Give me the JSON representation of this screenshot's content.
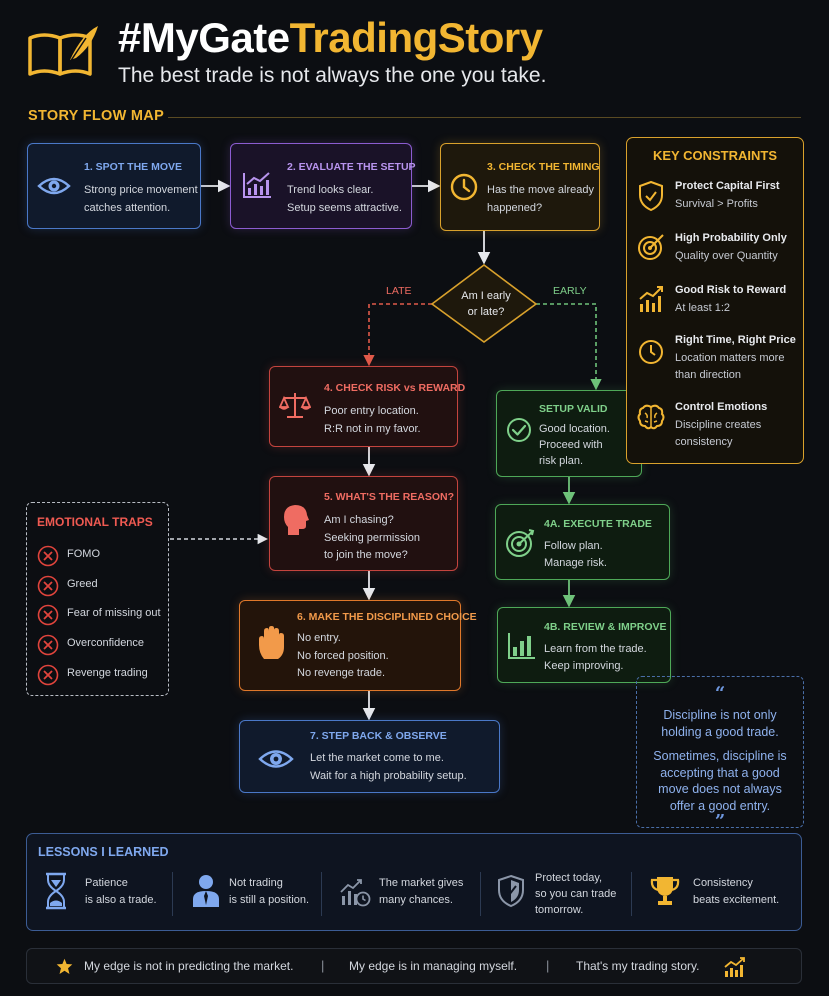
{
  "header": {
    "title_part1": "#MyGate",
    "title_part2": "TradingStory",
    "subtitle": "The best trade is not always the one you take."
  },
  "flow_map_label": "STORY FLOW MAP",
  "steps": {
    "s1": {
      "title": "1. SPOT THE MOVE",
      "lines": [
        "Strong price movement",
        "catches attention."
      ]
    },
    "s2": {
      "title": "2. EVALUATE THE SETUP",
      "lines": [
        "Trend looks clear.",
        "Setup seems attractive."
      ]
    },
    "s3": {
      "title": "3. CHECK THE TIMING",
      "lines": [
        "Has the move already",
        "happened?"
      ]
    },
    "s4": {
      "title": "4. CHECK RISK vs REWARD",
      "lines": [
        "Poor entry location.",
        "R:R not in my favor."
      ]
    },
    "s5": {
      "title": "5. WHAT'S THE REASON?",
      "lines": [
        "Am I chasing?",
        "Seeking permission",
        "to join the move?"
      ]
    },
    "s6": {
      "title": "6. MAKE THE DISCIPLINED CHOICE",
      "lines": [
        "No entry.",
        "No forced position.",
        "No revenge trade."
      ]
    },
    "s7": {
      "title": "7. STEP BACK & OBSERVE",
      "lines": [
        "Let the market come to me.",
        "Wait for a high probability setup."
      ]
    },
    "valid": {
      "title": "SETUP VALID",
      "lines": [
        "Good location.",
        "Proceed with",
        "risk plan."
      ]
    },
    "s4a": {
      "title": "4A. EXECUTE TRADE",
      "lines": [
        "Follow plan.",
        "Manage risk."
      ]
    },
    "s4b": {
      "title": "4B. REVIEW & IMPROVE",
      "lines": [
        "Learn from the trade.",
        "Keep improving."
      ]
    }
  },
  "decision": {
    "lines": [
      "Am I early",
      "or late?"
    ],
    "late_label": "LATE",
    "early_label": "EARLY"
  },
  "constraints": {
    "title": "KEY CONSTRAINTS",
    "items": [
      {
        "title": "Protect Capital First",
        "lines": [
          "Survival > Profits"
        ],
        "icon": "shield-check-icon"
      },
      {
        "title": "High Probability Only",
        "lines": [
          "Quality over Quantity"
        ],
        "icon": "target-icon"
      },
      {
        "title": "Good Risk to Reward",
        "lines": [
          "At least 1:2"
        ],
        "icon": "chart-up-icon"
      },
      {
        "title": "Right Time, Right Price",
        "lines": [
          "Location matters more",
          "than direction"
        ],
        "icon": "clock-icon"
      },
      {
        "title": "Control Emotions",
        "lines": [
          "Discipline creates",
          "consistency"
        ],
        "icon": "brain-icon"
      }
    ]
  },
  "traps": {
    "title": "EMOTIONAL TRAPS",
    "items": [
      "FOMO",
      "Greed",
      "Fear of missing out",
      "Overconfidence",
      "Revenge trading"
    ]
  },
  "quote": {
    "open": "“",
    "close": "”",
    "lines_a": [
      "Discipline is not only",
      "holding a good trade."
    ],
    "lines_b": [
      "Sometimes, discipline is",
      "accepting that a good",
      "move does not always",
      "offer a good entry."
    ]
  },
  "lessons": {
    "title": "LESSONS I LEARNED",
    "items": [
      {
        "lines": [
          "Patience",
          "is also a trade."
        ],
        "icon": "hourglass-icon"
      },
      {
        "lines": [
          "Not trading",
          "is still a position."
        ],
        "icon": "person-icon"
      },
      {
        "lines": [
          "The market gives",
          "many chances."
        ],
        "icon": "chart-clock-icon"
      },
      {
        "lines": [
          "Protect today,",
          "so you can trade",
          "tomorrow."
        ],
        "icon": "shield-check-icon"
      },
      {
        "lines": [
          "Consistency",
          "beats excitement."
        ],
        "icon": "trophy-icon"
      }
    ]
  },
  "footer": {
    "part1": "My edge is not in predicting the market.",
    "sep": "|",
    "part2": "My edge is in managing myself.",
    "part3": "That's my trading story."
  },
  "colors": {
    "accent_gold": "#f2b632",
    "blue": "#4a78c8",
    "purple": "#8c5cd0",
    "red": "#c4443e",
    "orange": "#e0782a",
    "green": "#4ea858"
  }
}
